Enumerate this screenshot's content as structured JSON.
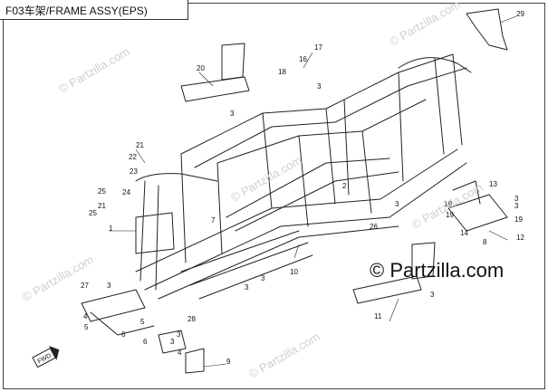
{
  "header": {
    "title": "F03车架/FRAME ASSY(EPS)"
  },
  "watermarks": [
    "© Partzilla.com",
    "© Partzilla.com",
    "© Partzilla.com",
    "© Partzilla.com",
    "© Partzilla.com",
    "© Partzilla.com"
  ],
  "brand": {
    "text": "© Partzilla.com"
  },
  "fwd_badge": {
    "text": "FWD"
  },
  "callouts": [
    "29",
    "20",
    "17",
    "16",
    "18",
    "3",
    "3",
    "21",
    "22",
    "23",
    "24",
    "25",
    "21",
    "25",
    "1",
    "27",
    "4",
    "5",
    "3",
    "6",
    "28",
    "3",
    "5",
    "6",
    "3",
    "4",
    "10",
    "9",
    "3",
    "26",
    "19",
    "13",
    "3",
    "19",
    "14",
    "3",
    "19",
    "8",
    "12",
    "11",
    "3",
    "3",
    "2",
    "7",
    "3"
  ],
  "colors": {
    "line": "#222222",
    "watermark": "#cfcfcf",
    "border": "#444444"
  }
}
